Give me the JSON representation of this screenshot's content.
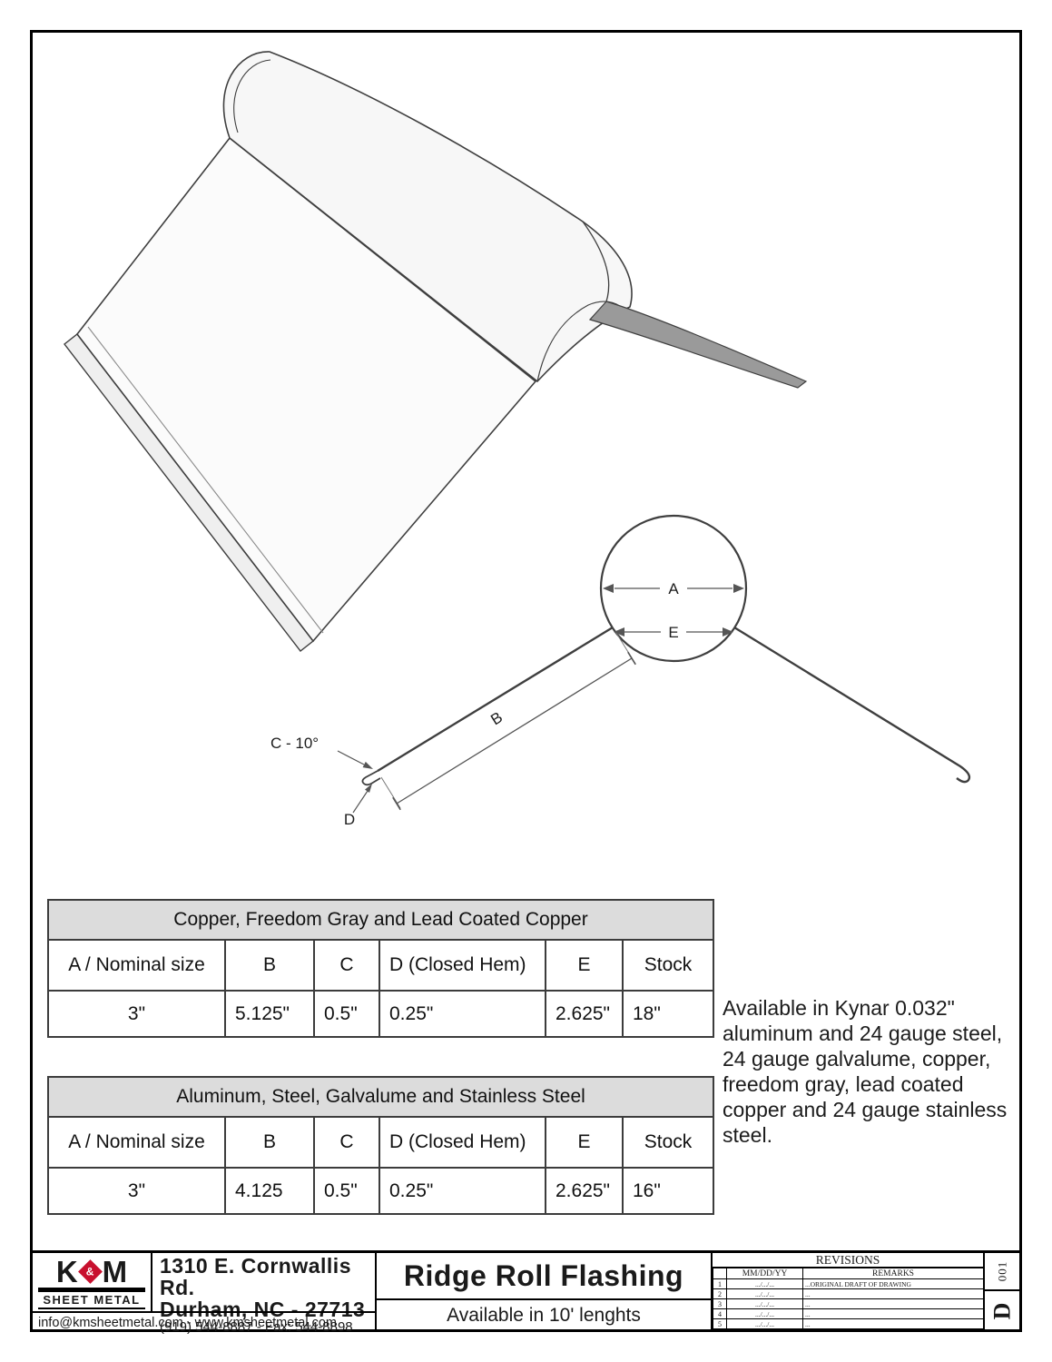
{
  "colors": {
    "logo_red": "#c8102e",
    "table_title_bg": "#dcdcdc"
  },
  "diagram": {
    "dim_a": "A",
    "dim_e": "E",
    "dim_b": "B",
    "dim_c": "C - 10°",
    "dim_d": "D"
  },
  "tables": [
    {
      "title": "Copper, Freedom Gray and Lead Coated Copper",
      "headers": [
        "A / Nominal size",
        "B",
        "C",
        "D (Closed Hem)",
        "E",
        "Stock"
      ],
      "rows": [
        [
          "3\"",
          "5.125\"",
          "0.5\"",
          "0.25\"",
          "2.625\"",
          "18\""
        ]
      ]
    },
    {
      "title": "Aluminum, Steel, Galvalume and Stainless Steel",
      "headers": [
        "A / Nominal size",
        "B",
        "C",
        "D (Closed Hem)",
        "E",
        "Stock"
      ],
      "rows": [
        [
          "3\"",
          "4.125",
          "0.5\"",
          "0.25\"",
          "2.625\"",
          "16\""
        ]
      ]
    }
  ],
  "note": "Available in Kynar 0.032\" aluminum and 24 gauge steel, 24 gauge galvalume, copper, freedom gray, lead coated copper and 24 gauge stainless steel.",
  "title_block": {
    "logo": {
      "k": "K",
      "amp": "&",
      "m": "M",
      "subtitle": "SHEET METAL"
    },
    "address_line1": "1310 E. Cornwallis Rd.",
    "address_line2": "Durham, NC - 27713",
    "phone": "(919) 544-8887 - Fax: 544-8898",
    "contact": "info@kmsheetmetal.com - www.kmsheetmetal.com",
    "drawing_title": "Ridge Roll Flashing",
    "drawing_subtitle": "Available in 10' lenghts",
    "revisions": {
      "heading": "REVISIONS",
      "date_header": "MM/DD/YY",
      "remarks_header": "REMARKS",
      "rows": [
        {
          "num": "1",
          "date": ".../.../...",
          "remarks": "...ORIGINAL DRAFT OF DRAWING"
        },
        {
          "num": "2",
          "date": ".../.../...",
          "remarks": "..."
        },
        {
          "num": "3",
          "date": ".../.../...",
          "remarks": "..."
        },
        {
          "num": "4",
          "date": ".../.../...",
          "remarks": "..."
        },
        {
          "num": "5",
          "date": ".../.../...",
          "remarks": "..."
        }
      ]
    }
  },
  "sheet": {
    "letter": "D",
    "number": "001"
  }
}
